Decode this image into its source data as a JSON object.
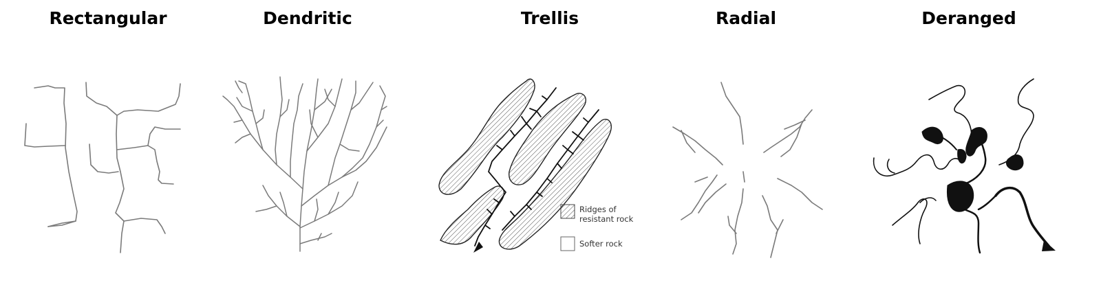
{
  "titles": {
    "rectangular": "Rectangular",
    "dendritic": "Dendritic",
    "trellis": "Trellis",
    "radial": "Radial",
    "deranged": "Deranged"
  },
  "legend": {
    "ridges_line1": "Ridges of",
    "ridges_line2": "resistant rock",
    "softer": "Softer rock"
  },
  "colors": {
    "stream_gray": "#7a7a7a",
    "ink": "#111111",
    "hatch": "#555555"
  }
}
